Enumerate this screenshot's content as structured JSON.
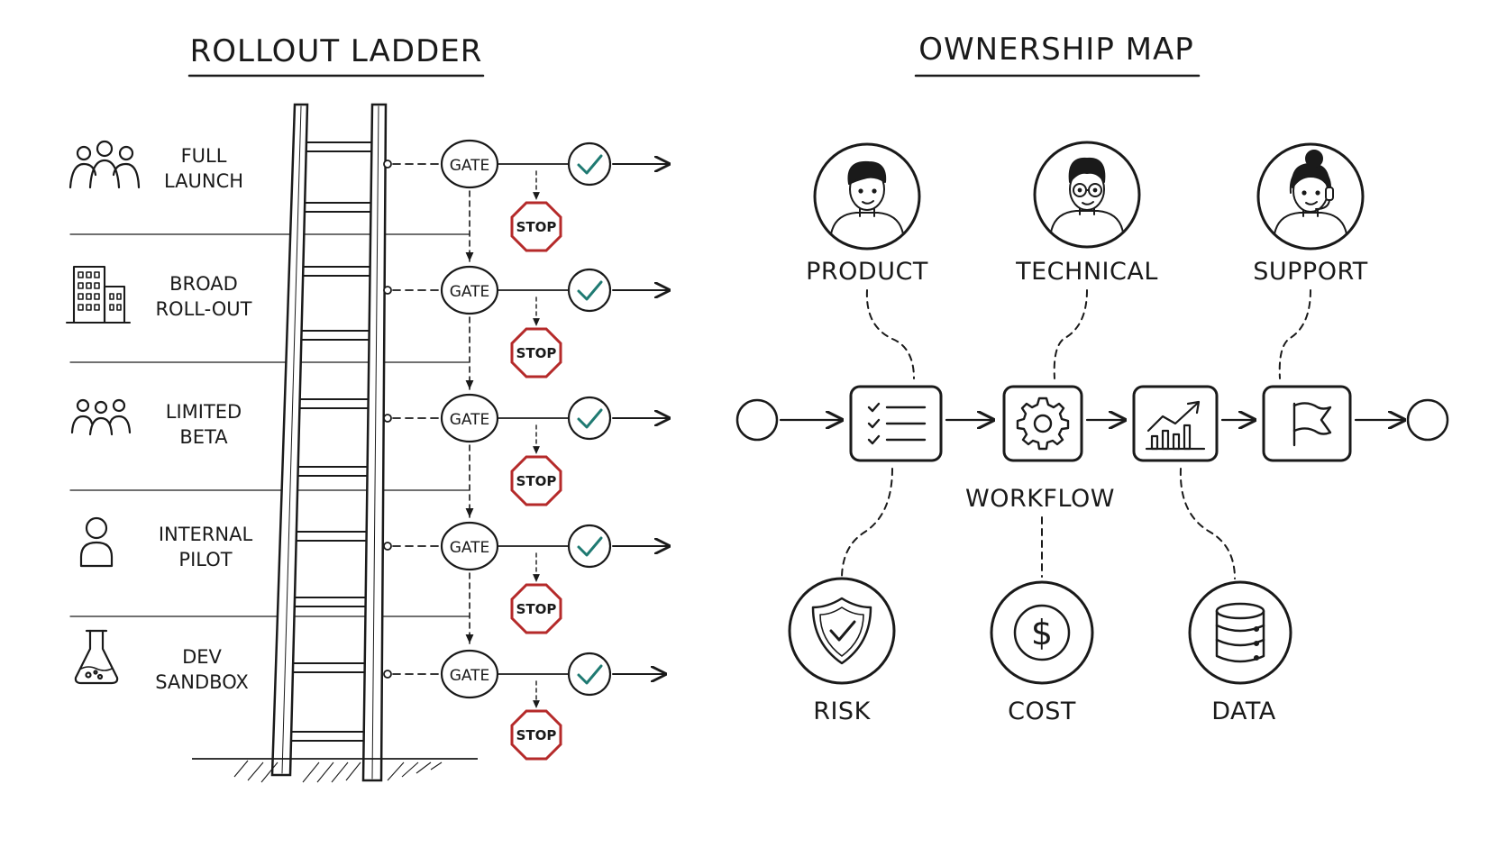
{
  "left": {
    "title": "ROLLOUT LADDER",
    "gate_label": "GATE",
    "stop_label": "STOP",
    "stages": [
      {
        "line1": "FULL",
        "line2": "LAUNCH",
        "icon": "group-people-icon"
      },
      {
        "line1": "BROAD",
        "line2": "ROLL-OUT",
        "icon": "office-buildings-icon"
      },
      {
        "line1": "LIMITED",
        "line2": "BETA",
        "icon": "small-group-icon"
      },
      {
        "line1": "INTERNAL",
        "line2": "PILOT",
        "icon": "single-person-icon"
      },
      {
        "line1": "DEV",
        "line2": "SANDBOX",
        "icon": "lab-flask-icon"
      }
    ]
  },
  "right": {
    "title": "OWNERSHIP MAP",
    "owners": [
      {
        "label": "PRODUCT",
        "icon": "product-owner-avatar-icon"
      },
      {
        "label": "TECHNICAL",
        "icon": "technical-owner-avatar-icon"
      },
      {
        "label": "SUPPORT",
        "icon": "support-owner-avatar-icon"
      }
    ],
    "workflow_label": "WORKFLOW",
    "workflow_steps": [
      "checklist-icon",
      "gear-icon",
      "chart-icon",
      "flag-icon"
    ],
    "bottom": [
      {
        "label": "RISK",
        "icon": "shield-check-icon"
      },
      {
        "label": "COST",
        "icon": "dollar-coin-icon"
      },
      {
        "label": "DATA",
        "icon": "database-icon"
      }
    ]
  },
  "colors": {
    "ink": "#1a1a1a",
    "stop_red": "#b52a2a",
    "check_teal": "#1f7a72"
  }
}
